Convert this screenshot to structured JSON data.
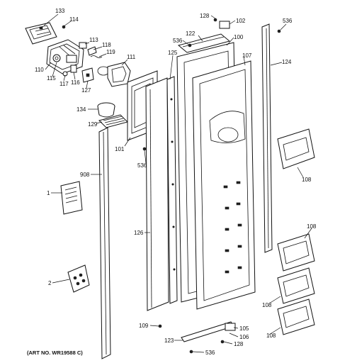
{
  "art_number": "(ART NO. WR19588 C)",
  "callouts": [
    "133",
    "114",
    "113",
    "118",
    "119",
    "110",
    "115",
    "117",
    "116",
    "127",
    "111",
    "134",
    "129",
    "101",
    "536",
    "908",
    "1",
    "2",
    "126",
    "125",
    "122",
    "128",
    "102",
    "536",
    "100",
    "107",
    "124",
    "536",
    "108",
    "108",
    "108",
    "108",
    "109",
    "105",
    "106",
    "123",
    "128",
    "536"
  ]
}
